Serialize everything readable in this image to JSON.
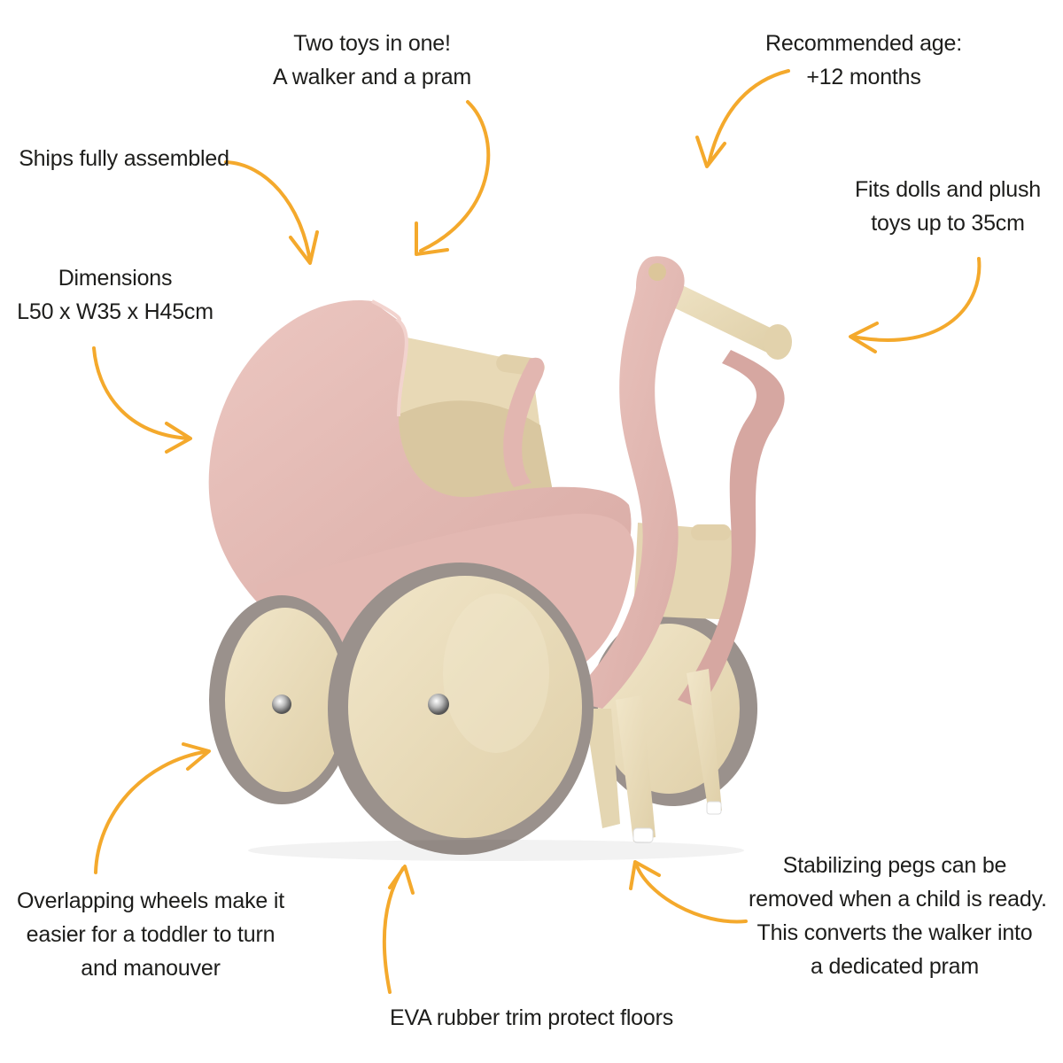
{
  "annotations": {
    "two_toys": [
      "Two toys in one!",
      "A walker and a pram"
    ],
    "recommended_age": [
      "Recommended age:",
      "+12 months"
    ],
    "ships_assembled": [
      "Ships fully assembled"
    ],
    "fits_dolls": [
      "Fits dolls and plush",
      "toys up to 35cm"
    ],
    "dimensions": [
      "Dimensions",
      "L50 x W35 x H45cm"
    ],
    "overlapping_wheels": [
      "Overlapping wheels make it",
      "easier for a toddler to turn",
      "and manouver"
    ],
    "stabilizing_pegs": [
      "Stabilizing pegs can be",
      "removed when a child is ready.",
      "This converts the walker into",
      "a dedicated pram"
    ],
    "eva_trim": [
      "EVA rubber trim protect floors"
    ]
  },
  "colors": {
    "arrow": "#f4a92c",
    "pink": "#e6bcb6",
    "wood": "#e9dcbc",
    "rubber": "#9a918c",
    "text": "#1d1d1b"
  }
}
